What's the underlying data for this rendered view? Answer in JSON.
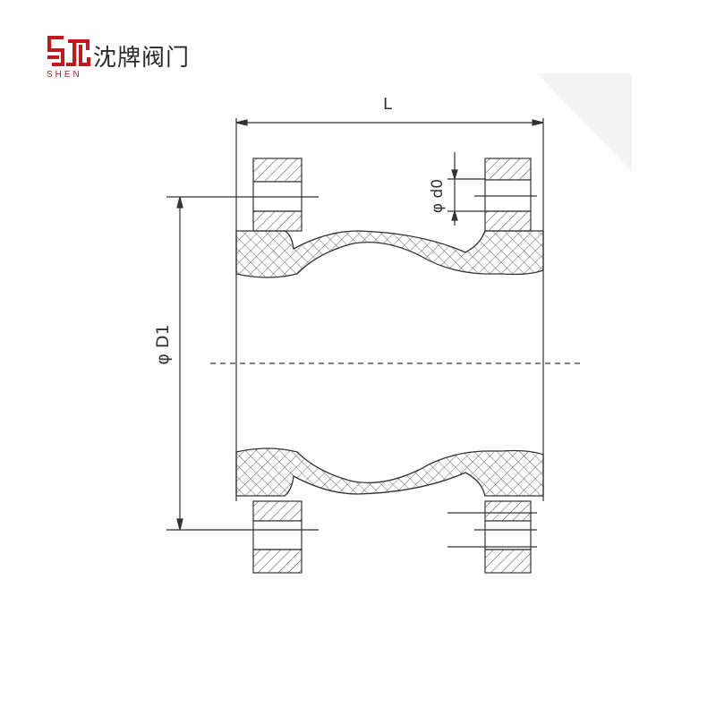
{
  "brand": {
    "name_cn": "沈牌阀门",
    "name_en": "SHEN",
    "accent_color": "#c4161c",
    "icon": "shen-brand-mark"
  },
  "diagram": {
    "labels": {
      "length": "L",
      "bolt_hole": "φ d0",
      "bolt_circle": "φ D1"
    },
    "line_color": "#333333"
  }
}
